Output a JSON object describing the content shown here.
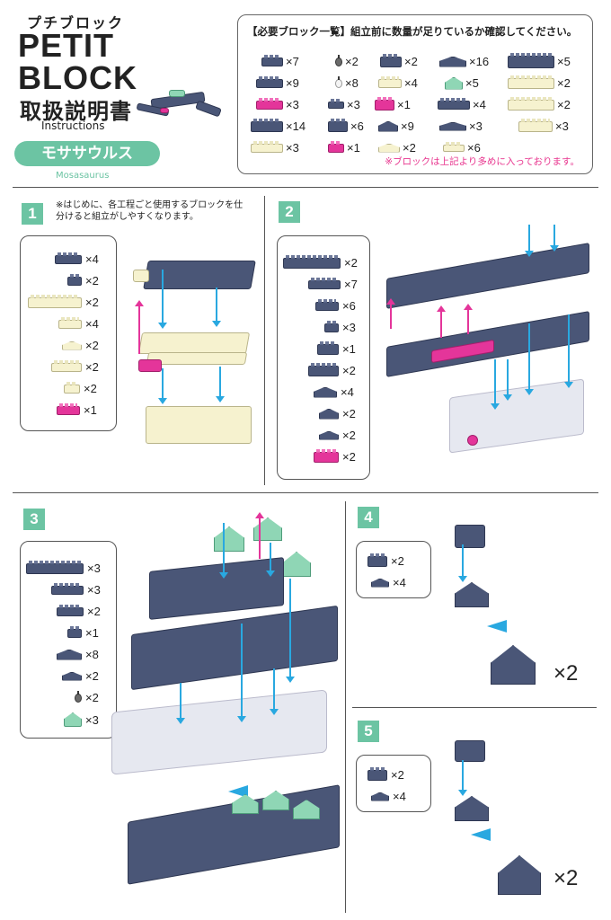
{
  "header": {
    "kana": "プチブロック",
    "logo_line1": "PETIT",
    "logo_line2": "BLOCK",
    "manual_title": "取扱説明書",
    "manual_sub": "Instructions",
    "model_name": "モササウルス",
    "model_name_en": "Mosasaurus"
  },
  "parts": {
    "title": "【必要ブロック一覧】組立前に数量が足りているか確認してください。",
    "note": "※ブロックは上記より多めに入っております。",
    "items": [
      "×7",
      "×2",
      "×2",
      "×16",
      "×5",
      "×9",
      "×8",
      "×4",
      "×5",
      "×2",
      "×3",
      "×3",
      "×1",
      "×4",
      "×2",
      "×14",
      "×6",
      "×9",
      "×3",
      "×3",
      "×3",
      "×1",
      "×2",
      "×6"
    ]
  },
  "steps": {
    "s1": {
      "num": "1",
      "note": "※はじめに、各工程ごと使用するブロックを仕分けると組立がしやすくなります。",
      "qty": [
        "×4",
        "×2",
        "×2",
        "×4",
        "×2",
        "×2",
        "×2",
        "×1"
      ]
    },
    "s2": {
      "num": "2",
      "qty": [
        "×2",
        "×7",
        "×6",
        "×3",
        "×1",
        "×2",
        "×4",
        "×2",
        "×2",
        "×2"
      ]
    },
    "s3": {
      "num": "3",
      "qty": [
        "×3",
        "×3",
        "×2",
        "×1",
        "×8",
        "×2",
        "×2",
        "×3"
      ]
    },
    "s4": {
      "num": "4",
      "qty": [
        "×2",
        "×4"
      ],
      "multiplier": "×2"
    },
    "s5": {
      "num": "5",
      "qty": [
        "×2",
        "×4"
      ],
      "multiplier": "×2"
    }
  },
  "colors": {
    "accent": "#6cc4a3",
    "navy": "#4a5677",
    "pink": "#e4359a",
    "cyan": "#29a8e0",
    "cream": "#f6f2cf"
  }
}
